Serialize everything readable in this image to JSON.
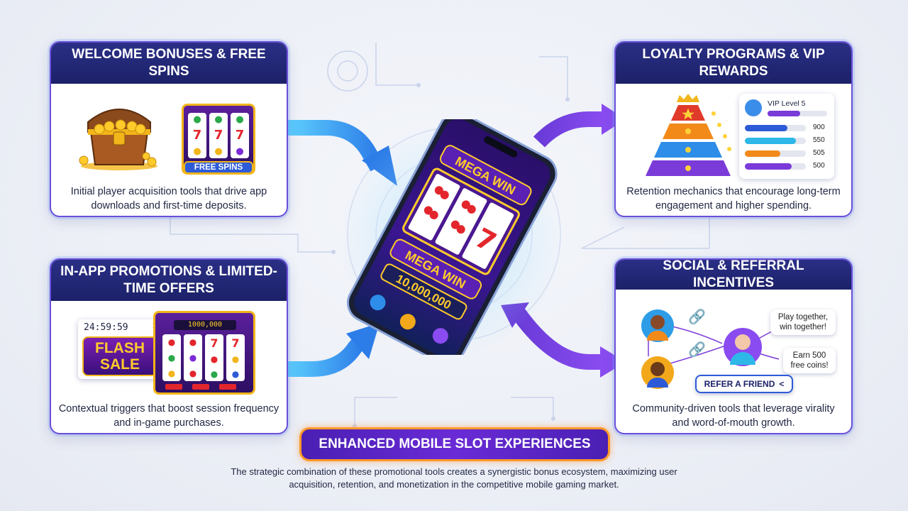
{
  "panels": {
    "welcome": {
      "title": "WELCOME BONUSES & FREE SPINS",
      "badge": "FREE SPINS",
      "description": "Initial player acquisition tools that drive app downloads and first-time deposits."
    },
    "loyalty": {
      "title": "LOYALTY PROGRAMS & VIP REWARDS",
      "vip_label": "VIP Level 5",
      "vip_values": [
        "900",
        "550",
        "505",
        "500"
      ],
      "description": "Retention mechanics that encourage long-term engagement and higher spending."
    },
    "inapp": {
      "title": "IN-APP PROMOTIONS & LIMITED-TIME OFFERS",
      "timer": "24:59:59",
      "flash_line1": "FLASH",
      "flash_line2": "SALE",
      "machine_counter": "1000,000",
      "description": "Contextual triggers that boost session frequency and in-game purchases."
    },
    "social": {
      "title": "SOCIAL & REFERRAL INCENTIVES",
      "bubble1": "Play together, win together!",
      "bubble2": "Earn 500 free coins!",
      "refer_button": "REFER A FRIEND",
      "description": "Community-driven tools that leverage virality and word-of-mouth growth."
    }
  },
  "phone": {
    "mega_win_top": "MEGA WIN",
    "mega_win_bottom": "MEGA WIN",
    "jackpot": "10,000,000"
  },
  "banner": "ENHANCED MOBILE SLOT EXPERIENCES",
  "summary": "The strategic combination of these promotional tools creates a synergistic bonus ecosystem, maximizing user acquisition, retention, and monetization in the competitive mobile gaming market.",
  "colors": {
    "panel_header": "#1c2168",
    "accent_purple": "#6a2bd6",
    "accent_blue": "#3aa7f0",
    "gold": "#f2b51a"
  }
}
